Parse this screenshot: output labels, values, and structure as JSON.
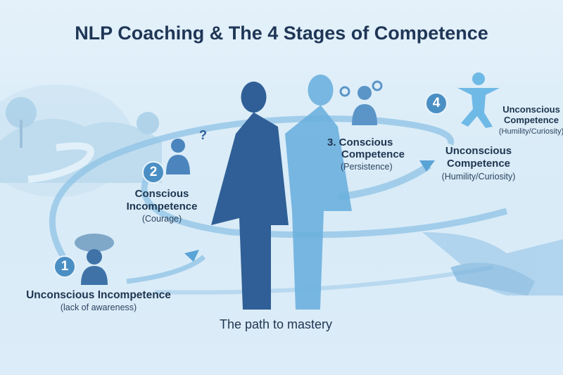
{
  "title": "NLP Coaching & The 4 Stages of Competence",
  "stages": [
    {
      "badge": "1",
      "name": "Unconscious Incompetence",
      "note": "(lack of awareness)"
    },
    {
      "badge": "2",
      "name_line1": "Conscious",
      "name_line2": "Incompetence",
      "note": "(Courage)"
    },
    {
      "name_line1": "3. Conscious",
      "name_line2": "Competence",
      "note": "(Persistence)"
    },
    {
      "badge": "4",
      "name_line1": "Unconscious",
      "name_line2": "Competence",
      "note": "(Humility/Curiosity)"
    }
  ],
  "stage4_secondary": {
    "name_line1": "Unconscious",
    "name_line2": "Competence",
    "note": "(Humility/Curiosity)"
  },
  "caption": "The path to mastery",
  "colors": {
    "title": "#1f3656",
    "badge": "#4a8fc4",
    "figure_dark": "#2f5f96",
    "figure_light": "#5aa3d6",
    "path": "#8fc3e6"
  }
}
